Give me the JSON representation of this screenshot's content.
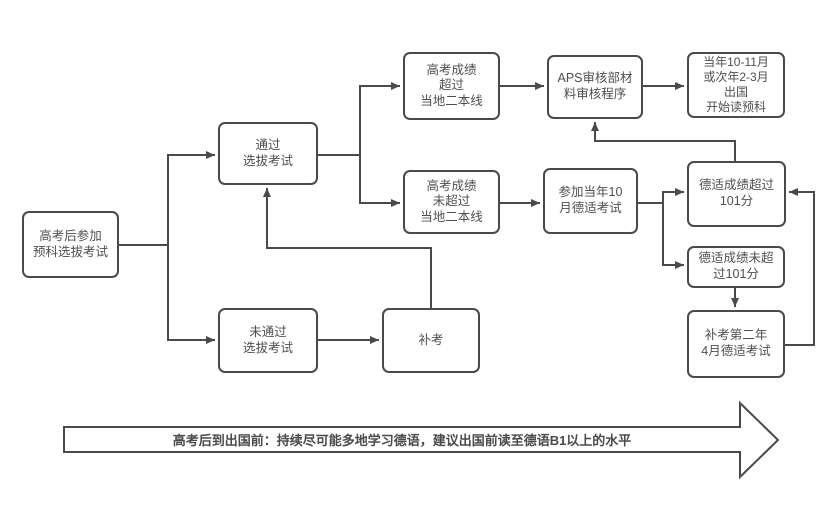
{
  "diagram": {
    "nodes": {
      "start": {
        "label": "高考后参加\n预科选拔考试"
      },
      "pass": {
        "label": "通过\n选拔考试"
      },
      "fail": {
        "label": "未通过\n选拔考试"
      },
      "retake": {
        "label": "补考"
      },
      "score_above": {
        "label": "高考成绩\n超过\n当地二本线"
      },
      "score_below": {
        "label": "高考成绩\n未超过\n当地二本线"
      },
      "aps": {
        "label": "APS审核部材\n料审核程序"
      },
      "testdaf": {
        "label": "参加当年10\n月德适考试"
      },
      "abroad": {
        "label": "当年10-11月\n或次年2-3月\n出国\n开始读预科"
      },
      "daf_pass": {
        "label": "德适成绩超过\n101分"
      },
      "daf_fail": {
        "label": "德适成绩未超\n过101分"
      },
      "daf_retake": {
        "label": "补考第二年\n4月德适考试"
      }
    },
    "banner": {
      "label": "高考后到出国前：持续尽可能多地学习德语，建议出国前读至德语B1以上的水平"
    },
    "colors": {
      "line": "#4a4a4a",
      "box_border": "#4a4a4a",
      "text": "#4f4f4f",
      "background": "#ffffff"
    }
  }
}
